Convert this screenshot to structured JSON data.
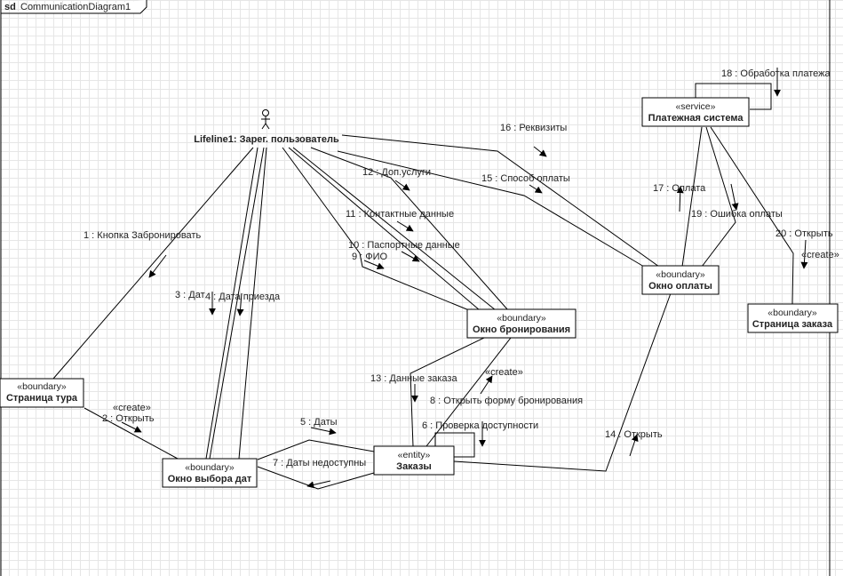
{
  "frame": {
    "kind": "sd",
    "name": "CommunicationDiagram1"
  },
  "nodes": {
    "actor": {
      "name": "Lifeline1: Зарег. пользователь"
    },
    "tour_page": {
      "stereotype": "«boundary»",
      "name": "Страница тура"
    },
    "date_window": {
      "stereotype": "«boundary»",
      "name": "Окно выбора дат"
    },
    "orders": {
      "stereotype": "«entity»",
      "name": "Заказы"
    },
    "booking_window": {
      "stereotype": "«boundary»",
      "name": "Окно бронирования"
    },
    "payment_window": {
      "stereotype": "«boundary»",
      "name": "Окно оплаты"
    },
    "payment_system": {
      "stereotype": "«service»",
      "name": "Платежная система"
    },
    "order_page": {
      "stereotype": "«boundary»",
      "name": "Страница заказа"
    }
  },
  "messages": [
    "1 : Кнопка Забронировать",
    "«create»",
    "2 : Открыть",
    "3 : Дат",
    "4 : Дата приезда",
    "5 : Даты",
    "6 : Проверка доступности",
    "7 : Даты недоступны",
    "8 : Открыть форму бронирования",
    "«create»",
    "9 : ФИО",
    "10 : Паспортные данные",
    "11 : Контактные данные",
    "12 : Доп.услуги",
    "13 : Данные заказа",
    "14 : Открыть",
    "15 : Способ оплаты",
    "16 : Реквизиты",
    "17 : Оплата",
    "18 : Обработка платежа",
    "19 : Ошибка оплаты",
    "20 : Открыть",
    "«create»"
  ],
  "colors": {
    "line": "#000000",
    "grid": "#e6e6e6",
    "node_fill": "#ffffff"
  }
}
